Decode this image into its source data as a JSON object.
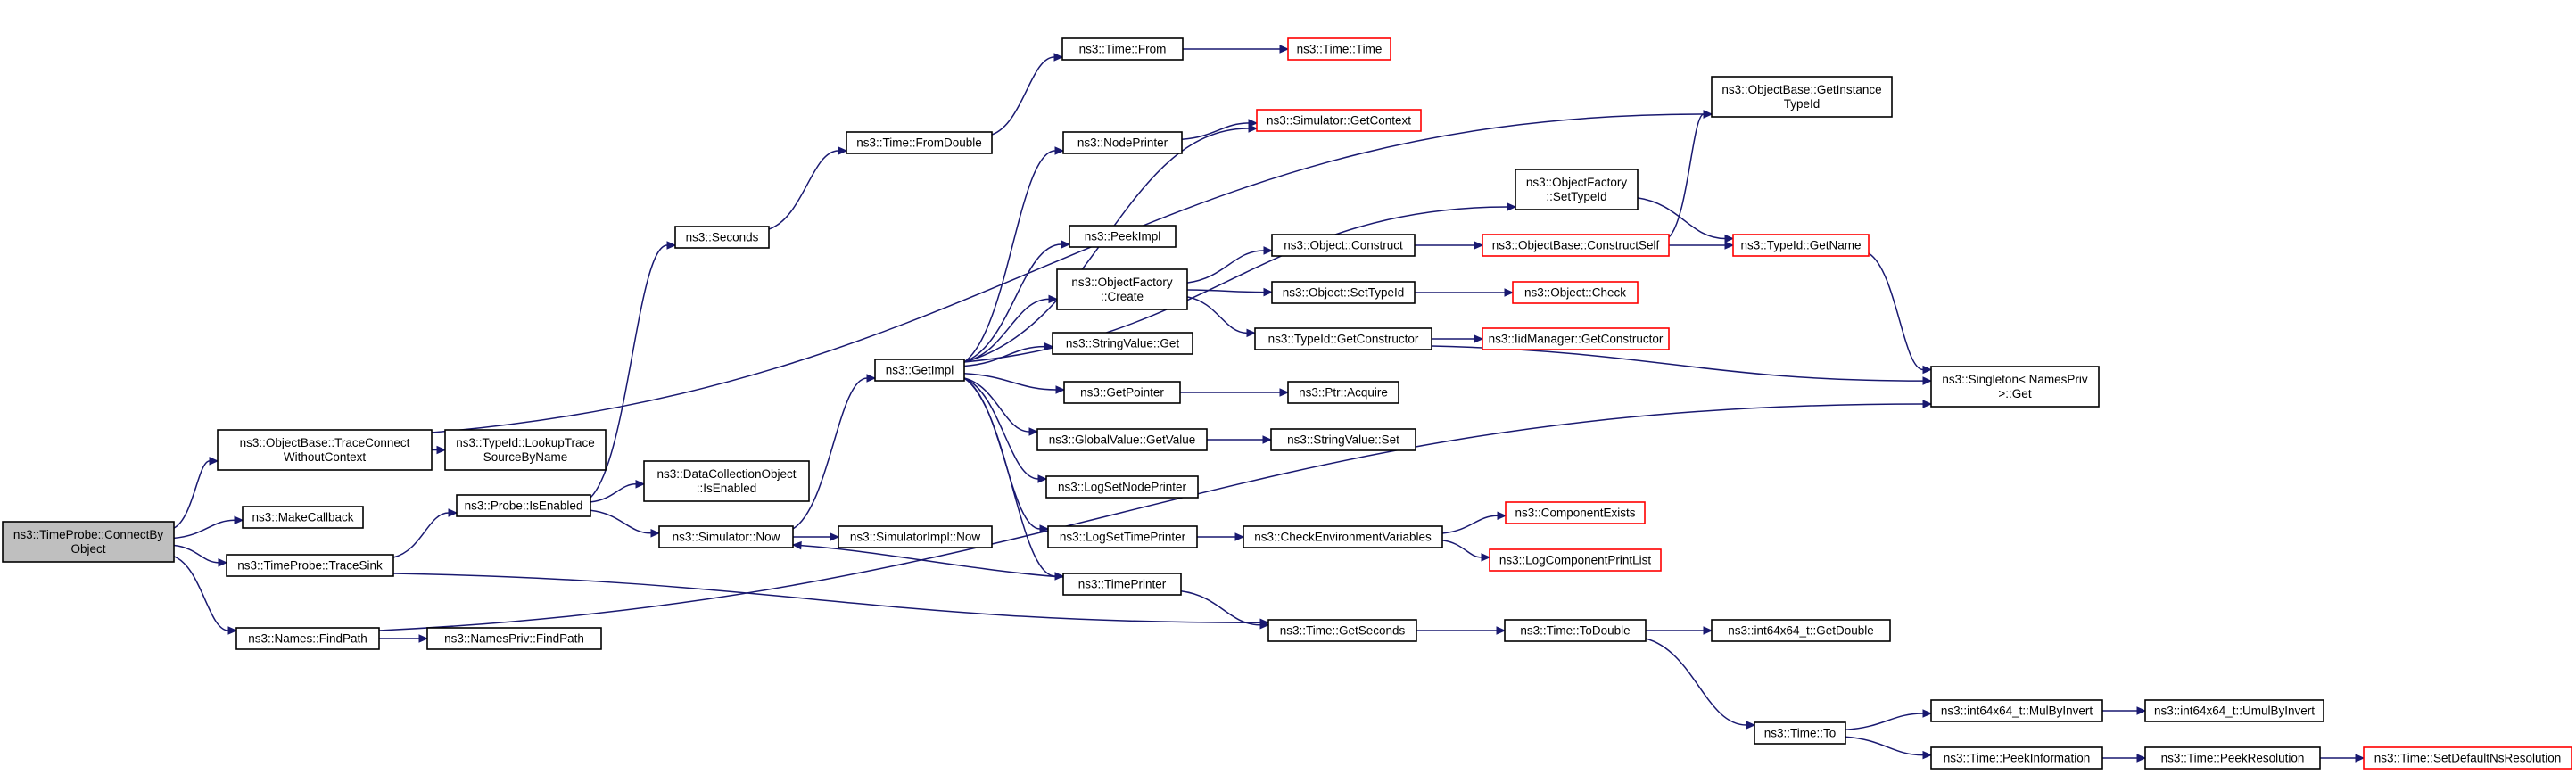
{
  "diagram": {
    "kind": "call-graph",
    "edge_color": "#191970",
    "truncated_border_color": "#ff0000",
    "root_fill_color": "#bfbfbf",
    "nodes": [
      {
        "id": "root",
        "lines": [
          "ns3::TimeProbe::ConnectBy",
          "Object"
        ],
        "root": true
      },
      {
        "id": "traceconnect",
        "lines": [
          "ns3::ObjectBase::TraceConnect",
          "WithoutContext"
        ]
      },
      {
        "id": "makecallback",
        "lines": [
          "ns3::MakeCallback"
        ]
      },
      {
        "id": "tracesink",
        "lines": [
          "ns3::TimeProbe::TraceSink"
        ]
      },
      {
        "id": "findpath",
        "lines": [
          "ns3::Names::FindPath"
        ]
      },
      {
        "id": "lookuptrace",
        "lines": [
          "ns3::TypeId::LookupTrace",
          "SourceByName"
        ]
      },
      {
        "id": "probeisenabled",
        "lines": [
          "ns3::Probe::IsEnabled"
        ]
      },
      {
        "id": "namesprivfindpath",
        "lines": [
          "ns3::NamesPriv::FindPath"
        ]
      },
      {
        "id": "seconds",
        "lines": [
          "ns3::Seconds"
        ]
      },
      {
        "id": "dcoisenabled",
        "lines": [
          "ns3::DataCollectionObject",
          "::IsEnabled"
        ]
      },
      {
        "id": "simnow",
        "lines": [
          "ns3::Simulator::Now"
        ]
      },
      {
        "id": "fromdouble",
        "lines": [
          "ns3::Time::FromDouble"
        ]
      },
      {
        "id": "getimpl",
        "lines": [
          "ns3::GetImpl"
        ]
      },
      {
        "id": "simimplnow",
        "lines": [
          "ns3::SimulatorImpl::Now"
        ]
      },
      {
        "id": "timefrom",
        "lines": [
          "ns3::Time::From"
        ]
      },
      {
        "id": "nodeprinter",
        "lines": [
          "ns3::NodePrinter"
        ]
      },
      {
        "id": "peekimpl",
        "lines": [
          "ns3::PeekImpl"
        ]
      },
      {
        "id": "ofcreate",
        "lines": [
          "ns3::ObjectFactory",
          "::Create"
        ]
      },
      {
        "id": "stringvalueget",
        "lines": [
          "ns3::StringValue::Get"
        ]
      },
      {
        "id": "getpointer",
        "lines": [
          "ns3::GetPointer"
        ]
      },
      {
        "id": "globalvalueget",
        "lines": [
          "ns3::GlobalValue::GetValue"
        ]
      },
      {
        "id": "logsetnodeprinter",
        "lines": [
          "ns3::LogSetNodePrinter"
        ]
      },
      {
        "id": "logsettimeprinter",
        "lines": [
          "ns3::LogSetTimePrinter"
        ]
      },
      {
        "id": "timeprinter",
        "lines": [
          "ns3::TimePrinter"
        ]
      },
      {
        "id": "timetime",
        "lines": [
          "ns3::Time::Time"
        ],
        "truncated": true
      },
      {
        "id": "simgetcontext",
        "lines": [
          "ns3::Simulator::GetContext"
        ],
        "truncated": true
      },
      {
        "id": "ofsettypeid",
        "lines": [
          "ns3::ObjectFactory",
          "::SetTypeId"
        ]
      },
      {
        "id": "objconstruct",
        "lines": [
          "ns3::Object::Construct"
        ]
      },
      {
        "id": "objsettypeid",
        "lines": [
          "ns3::Object::SetTypeId"
        ]
      },
      {
        "id": "typeidgetconstructor",
        "lines": [
          "ns3::TypeId::GetConstructor"
        ]
      },
      {
        "id": "ptracquire",
        "lines": [
          "ns3::Ptr::Acquire"
        ]
      },
      {
        "id": "stringvalueset",
        "lines": [
          "ns3::StringValue::Set"
        ]
      },
      {
        "id": "checkenv",
        "lines": [
          "ns3::CheckEnvironmentVariables"
        ]
      },
      {
        "id": "timegetseconds",
        "lines": [
          "ns3::Time::GetSeconds"
        ]
      },
      {
        "id": "objbaseconstructself",
        "lines": [
          "ns3::ObjectBase::ConstructSelf"
        ],
        "truncated": true
      },
      {
        "id": "objcheck",
        "lines": [
          "ns3::Object::Check"
        ],
        "truncated": true
      },
      {
        "id": "iidmanagergetctor",
        "lines": [
          "ns3::IidManager::GetConstructor"
        ],
        "truncated": true
      },
      {
        "id": "componentexists",
        "lines": [
          "ns3::ComponentExists"
        ],
        "truncated": true
      },
      {
        "id": "logcomponentprintlist",
        "lines": [
          "ns3::LogComponentPrintList"
        ],
        "truncated": true
      },
      {
        "id": "timetodouble",
        "lines": [
          "ns3::Time::ToDouble"
        ]
      },
      {
        "id": "getinstancetypeid",
        "lines": [
          "ns3::ObjectBase::GetInstance",
          "TypeId"
        ]
      },
      {
        "id": "typeidgetname",
        "lines": [
          "ns3::TypeId::GetName"
        ],
        "truncated": true
      },
      {
        "id": "int64getdouble",
        "lines": [
          "ns3::int64x64_t::GetDouble"
        ]
      },
      {
        "id": "timeto",
        "lines": [
          "ns3::Time::To"
        ]
      },
      {
        "id": "singletonget",
        "lines": [
          "ns3::Singleton< NamesPriv",
          " >::Get"
        ]
      },
      {
        "id": "mulbyinvert",
        "lines": [
          "ns3::int64x64_t::MulByInvert"
        ]
      },
      {
        "id": "peekinformation",
        "lines": [
          "ns3::Time::PeekInformation"
        ]
      },
      {
        "id": "umulbyinvert",
        "lines": [
          "ns3::int64x64_t::UmulByInvert"
        ]
      },
      {
        "id": "peekresolution",
        "lines": [
          "ns3::Time::PeekResolution"
        ]
      },
      {
        "id": "setdefaultnsres",
        "lines": [
          "ns3::Time::SetDefaultNsResolution"
        ],
        "truncated": true
      }
    ],
    "edges": [
      {
        "from": "root",
        "to": "traceconnect"
      },
      {
        "from": "root",
        "to": "makecallback"
      },
      {
        "from": "root",
        "to": "tracesink"
      },
      {
        "from": "root",
        "to": "findpath"
      },
      {
        "from": "traceconnect",
        "to": "lookuptrace"
      },
      {
        "from": "traceconnect",
        "to": "getinstancetypeid"
      },
      {
        "from": "tracesink",
        "to": "probeisenabled"
      },
      {
        "from": "tracesink",
        "to": "timegetseconds"
      },
      {
        "from": "findpath",
        "to": "namesprivfindpath"
      },
      {
        "from": "findpath",
        "to": "singletonget"
      },
      {
        "from": "probeisenabled",
        "to": "seconds"
      },
      {
        "from": "probeisenabled",
        "to": "dcoisenabled"
      },
      {
        "from": "probeisenabled",
        "to": "simnow"
      },
      {
        "from": "seconds",
        "to": "fromdouble"
      },
      {
        "from": "fromdouble",
        "to": "timefrom"
      },
      {
        "from": "timefrom",
        "to": "timetime"
      },
      {
        "from": "simnow",
        "to": "getimpl"
      },
      {
        "from": "simnow",
        "to": "simimplnow"
      },
      {
        "from": "getimpl",
        "to": "simgetcontext"
      },
      {
        "from": "getimpl",
        "to": "nodeprinter"
      },
      {
        "from": "getimpl",
        "to": "ofsettypeid"
      },
      {
        "from": "getimpl",
        "to": "peekimpl"
      },
      {
        "from": "getimpl",
        "to": "ofcreate"
      },
      {
        "from": "getimpl",
        "to": "stringvalueget"
      },
      {
        "from": "getimpl",
        "to": "getpointer"
      },
      {
        "from": "getimpl",
        "to": "globalvalueget"
      },
      {
        "from": "getimpl",
        "to": "logsetnodeprinter"
      },
      {
        "from": "getimpl",
        "to": "logsettimeprinter"
      },
      {
        "from": "getimpl",
        "to": "timeprinter"
      },
      {
        "from": "nodeprinter",
        "to": "simgetcontext"
      },
      {
        "from": "ofsettypeid",
        "to": "typeidgetname"
      },
      {
        "from": "ofcreate",
        "to": "objconstruct"
      },
      {
        "from": "ofcreate",
        "to": "objsettypeid"
      },
      {
        "from": "ofcreate",
        "to": "typeidgetconstructor"
      },
      {
        "from": "getpointer",
        "to": "ptracquire"
      },
      {
        "from": "globalvalueget",
        "to": "stringvalueset"
      },
      {
        "from": "logsettimeprinter",
        "to": "checkenv"
      },
      {
        "from": "timeprinter",
        "to": "simnow"
      },
      {
        "from": "timeprinter",
        "to": "timegetseconds"
      },
      {
        "from": "objconstruct",
        "to": "objbaseconstructself"
      },
      {
        "from": "objsettypeid",
        "to": "objcheck"
      },
      {
        "from": "typeidgetconstructor",
        "to": "iidmanagergetctor"
      },
      {
        "from": "typeidgetconstructor",
        "to": "singletonget"
      },
      {
        "from": "objbaseconstructself",
        "to": "getinstancetypeid"
      },
      {
        "from": "objbaseconstructself",
        "to": "typeidgetname"
      },
      {
        "from": "typeidgetname",
        "to": "singletonget"
      },
      {
        "from": "checkenv",
        "to": "componentexists"
      },
      {
        "from": "checkenv",
        "to": "logcomponentprintlist"
      },
      {
        "from": "timegetseconds",
        "to": "timetodouble"
      },
      {
        "from": "timetodouble",
        "to": "int64getdouble"
      },
      {
        "from": "timetodouble",
        "to": "timeto"
      },
      {
        "from": "timeto",
        "to": "mulbyinvert"
      },
      {
        "from": "timeto",
        "to": "peekinformation"
      },
      {
        "from": "mulbyinvert",
        "to": "umulbyinvert"
      },
      {
        "from": "peekinformation",
        "to": "peekresolution"
      },
      {
        "from": "peekresolution",
        "to": "setdefaultnsres"
      }
    ]
  }
}
